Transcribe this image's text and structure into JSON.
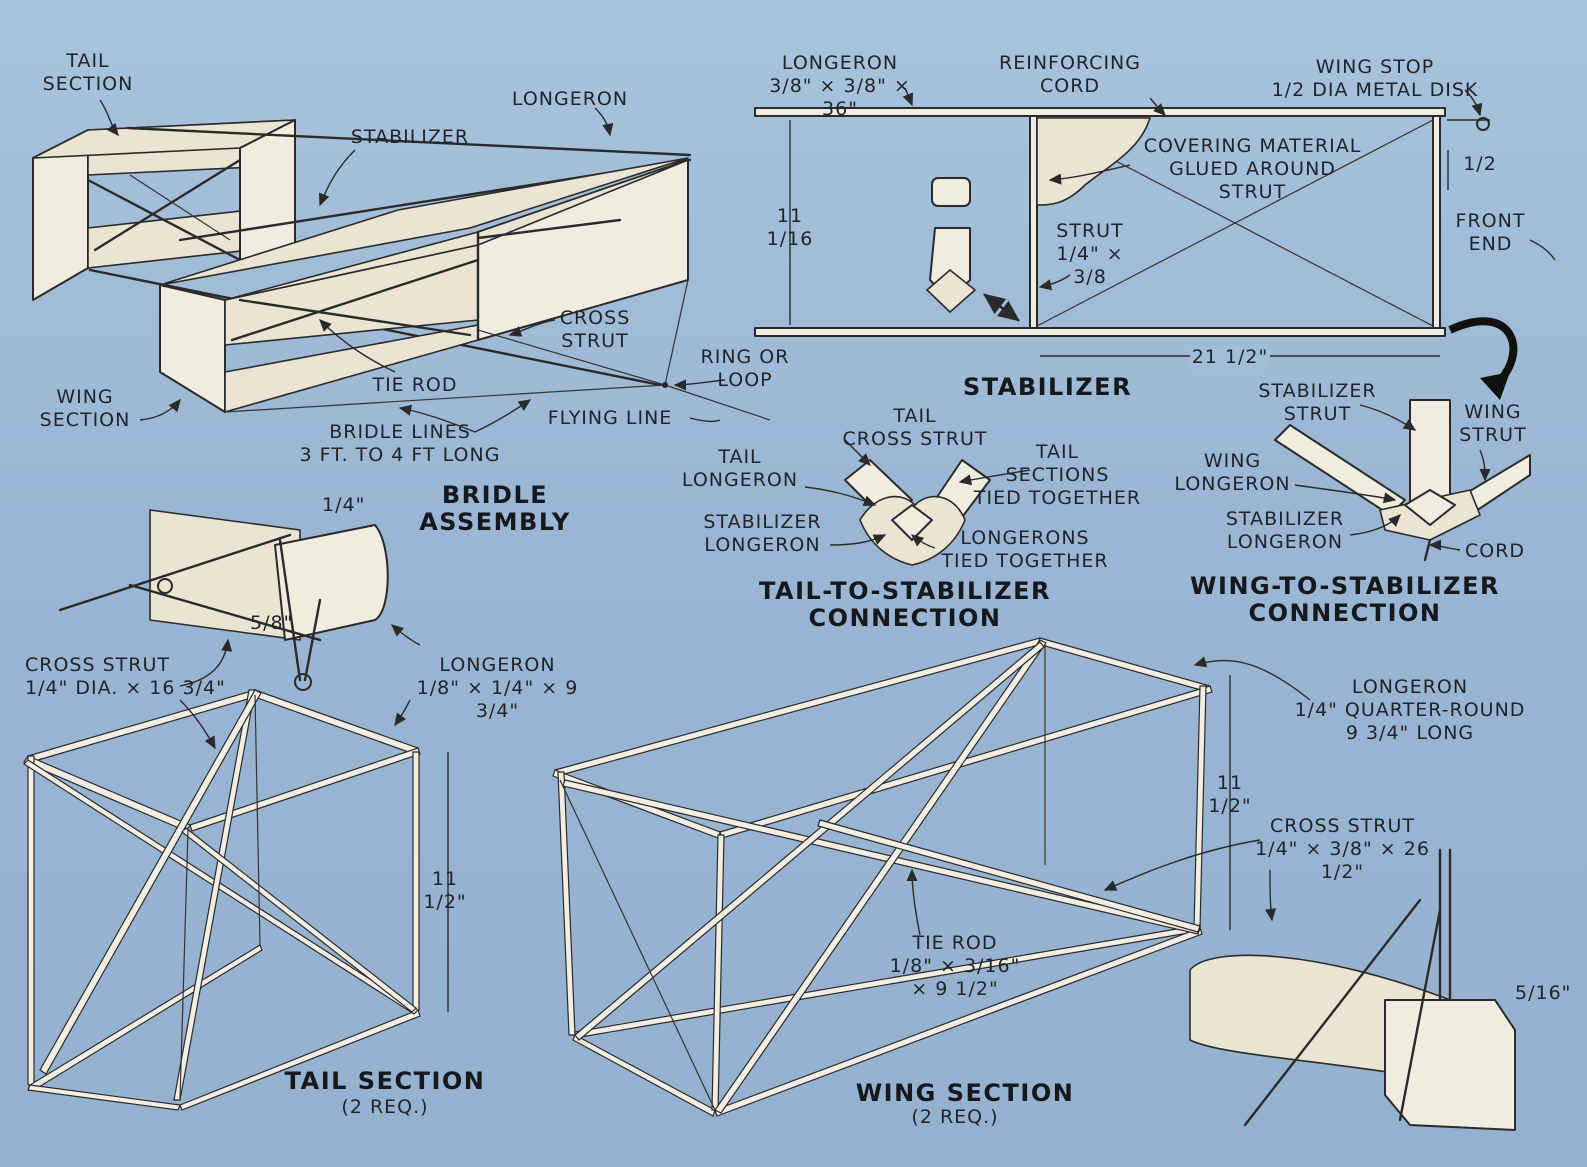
{
  "labels": {
    "tail_section_top": "TAIL\nSECTION",
    "stabilizer_top": "STABILIZER",
    "longeron_top": "LONGERON",
    "cross_strut_top": "CROSS\nSTRUT",
    "tie_rod_top": "TIE ROD",
    "ring_or_loop": "RING OR\nLOOP",
    "wing_section_top": "WING\nSECTION",
    "flying_line": "FLYING LINE",
    "bridle_lines": "BRIDLE LINES\n3 FT. TO 4 FT LONG",
    "stab_longeron": "LONGERON\n3/8\" × 3/8\" × 36\"",
    "reinforcing_cord": "REINFORCING\nCORD",
    "wing_stop": "WING STOP\n1/2 DIA METAL DISK",
    "covering_material": "COVERING MATERIAL\nGLUED AROUND\nSTRUT",
    "stab_height": "11 1/16",
    "strut": "STRUT\n1/4\" × 3/8",
    "half_inch": "1/2",
    "front_end": "FRONT\nEND",
    "stab_length": "21 1/2\"",
    "tail_cross_strut": "TAIL\nCROSS STRUT",
    "tail_longeron": "TAIL\nLONGERON",
    "tail_sections_tied": "TAIL\nSECTIONS\nTIED TOGETHER",
    "stabilizer_longeron_mid": "STABILIZER\nLONGERON",
    "longerons_tied": "LONGERONS\nTIED TOGETHER",
    "stabilizer_strut": "STABILIZER\nSTRUT",
    "wing_strut": "WING\nSTRUT",
    "wing_longeron": "WING\nLONGERON",
    "stabilizer_longeron_right": "STABILIZER\nLONGERON",
    "cord": "CORD",
    "quarter": "1/4\"",
    "five_eighths": "5/8\"",
    "cross_strut_tail": "CROSS STRUT\n1/4\" DIA. × 16 3/4\"",
    "longeron_tail": "LONGERON\n1/8\" × 1/4\" × 9 3/4\"",
    "tail_height": "11 1/2\"",
    "longeron_wing": "LONGERON\n1/4\" QUARTER-ROUND\n9 3/4\" LONG",
    "wing_height": "11 1/2\"",
    "cross_strut_wing": "CROSS STRUT\n1/4\" × 3/8\" × 26 1/2\"",
    "tie_rod_wing": "TIE ROD\n1/8\" × 3/16\" × 9 1/2\"",
    "five_sixteenths": "5/16\""
  },
  "titles": {
    "bridle_assembly": "BRIDLE\nASSEMBLY",
    "stabilizer": "STABILIZER",
    "tail_to_stabilizer": "TAIL-TO-STABILIZER\nCONNECTION",
    "wing_to_stabilizer": "WING-TO-STABILIZER\nCONNECTION",
    "tail_section": "TAIL SECTION",
    "tail_section_req": "(2 REQ.)",
    "wing_section": "WING SECTION",
    "wing_section_req": "(2 REQ.)"
  },
  "colors": {
    "background": "#9db9d6",
    "frame": "#f1ece0",
    "ink": "#2a2a2a"
  }
}
